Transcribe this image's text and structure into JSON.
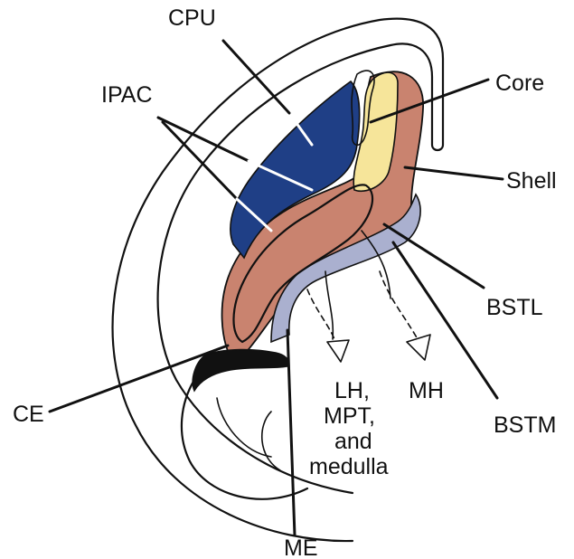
{
  "labels": {
    "cpu": "CPU",
    "ipac": "IPAC",
    "core": "Core",
    "shell": "Shell",
    "bstl": "BSTL",
    "bstm": "BSTM",
    "ce": "CE",
    "me": "ME",
    "mh": "MH",
    "lh_line1": "LH,",
    "lh_line2": "MPT,",
    "lh_line3": "and",
    "lh_line4": "medulla"
  },
  "colors": {
    "cpu_region": "#1f3f86",
    "core_region": "#f6e59a",
    "shell_region": "#c9836f",
    "bst_region": "#aab0cf",
    "dark_band": "#111111",
    "outline": "#111111",
    "background": "#ffffff"
  }
}
